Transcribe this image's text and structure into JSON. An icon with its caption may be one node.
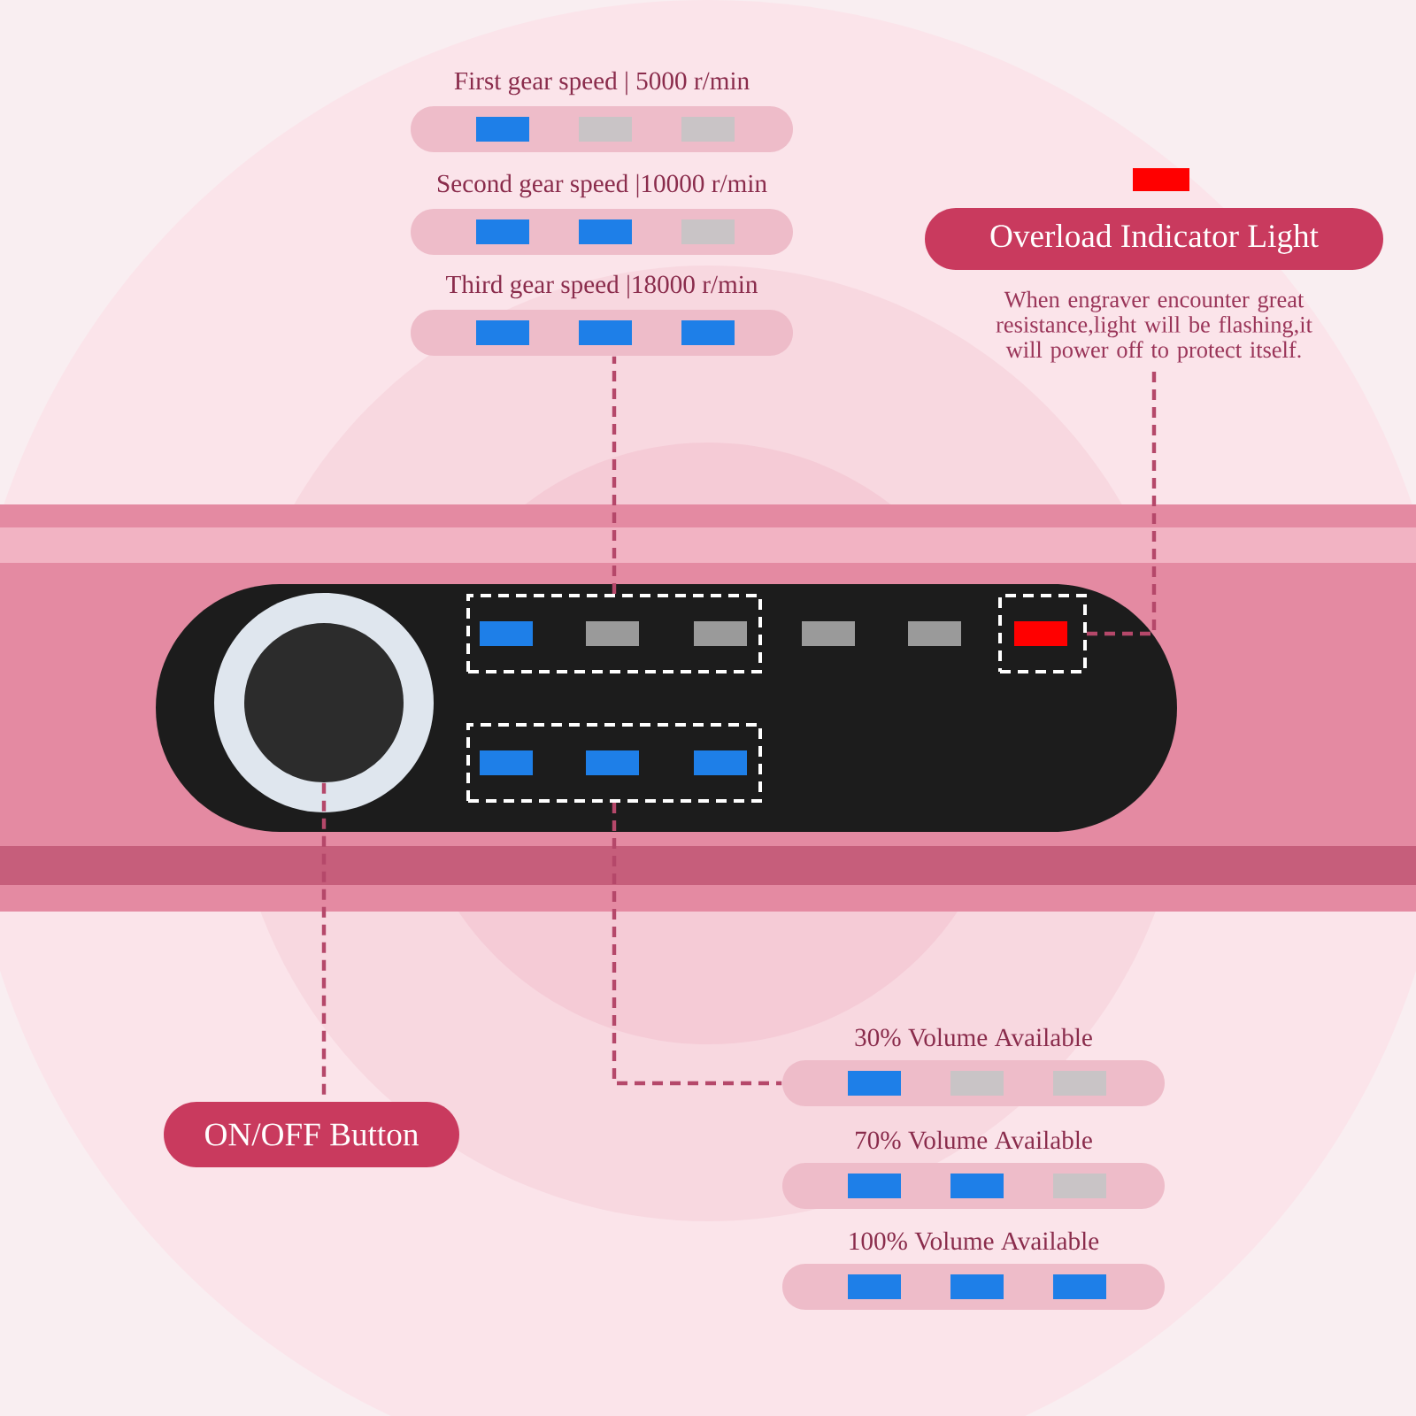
{
  "diagram": {
    "nodes": [
      {
        "text": [
          "First gear speed | 5000 r/min"
        ]
      },
      {
        "text": [
          "Second gear speed |10000 r/min"
        ]
      },
      {
        "text": [
          "Third gear speed |18000 r/min"
        ]
      },
      {
        "text": [
          "Overload Indicator Light"
        ],
        "beside": [
          "When engraver encounter great resistance,light will be flashing,it will power off to protect itself."
        ]
      },
      {
        "text": [
          "ON/OFF Button"
        ]
      },
      {
        "text": [
          "30% Volume Available"
        ]
      },
      {
        "text": [
          "70% Volume Available"
        ]
      },
      {
        "text": [
          "100% Volume Available"
        ]
      },
      {
        "text": [],
        "shape": "box"
      },
      {
        "text": [],
        "shape": "box"
      },
      {
        "text": [],
        "shape": "box"
      },
      {
        "text": [],
        "shape": "circle"
      }
    ],
    "edges": [
      {
        "from": 8,
        "to": 2,
        "arrow": "none",
        "style": "dashed"
      },
      {
        "from": 10,
        "to": 3,
        "arrow": "none",
        "style": "dashed"
      },
      {
        "from": 11,
        "to": 4,
        "arrow": "none",
        "style": "dashed"
      },
      {
        "from": 9,
        "to": 5,
        "arrow": "none",
        "style": "dashed"
      }
    ]
  }
}
